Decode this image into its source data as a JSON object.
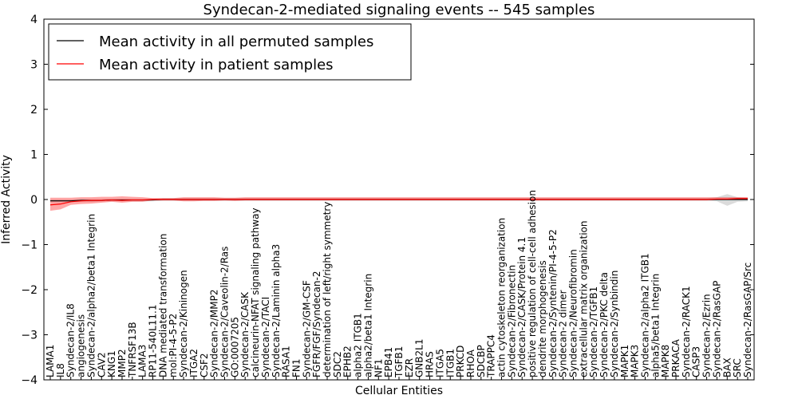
{
  "chart_data": {
    "type": "line",
    "title": "Syndecan-2-mediated signaling events -- 545 samples",
    "xlabel": "Cellular Entities",
    "ylabel": "Inferred Activity",
    "ylim": [
      -4,
      4
    ],
    "yticks": [
      "4",
      "3",
      "2",
      "1",
      "0",
      "−1",
      "−2",
      "−3",
      "−4"
    ],
    "grid": false,
    "legend_position": "top-left",
    "categories": [
      "LAMA1",
      "IL8",
      "Syndecan-2/IL8",
      "angiogenesis",
      "Syndecan-2/alpha2/beta1 Integrin",
      "CAV2",
      "KNG1",
      "MMP2",
      "TNFRSF13B",
      "LAMA3",
      "RP11-540L11.1",
      "DNA mediated transformation",
      "mol:PI-4-5-P2",
      "Syndecan-2/Kininogen",
      "ITGA2",
      "CSF2",
      "Syndecan-2/MMP2",
      "Syndecan-2/Caveolin-2/Ras",
      "GO:0007205",
      "Syndecan-2/CASK",
      "calcineurin-NFAT signaling pathway",
      "Syndecan-2/TACI",
      "Syndecan-2/Laminin alpha3",
      "RASA1",
      "FN1",
      "Syndecan-2/GM-CSF",
      "FGFR/FGF/Syndecan-2",
      "determination of left/right symmetry",
      "SDC2",
      "EPHB2",
      "alpha2 ITGB1",
      "alpha2/beta1 Integrin",
      "NF1",
      "EPB41",
      "TGFB1",
      "EZR",
      "GNB2L1",
      "HRAS",
      "ITGA5",
      "ITGB1",
      "PRKCD",
      "RHOA",
      "SDCBP",
      "TRAPPC4",
      "actin cytoskeleton reorganization",
      "Syndecan-2/Fibronectin",
      "Syndecan-2/CASK/Protein 4.1",
      "positive regulation of cell-cell adhesion",
      "dendrite morphogenesis",
      "Syndecan-2/Syntenin/PI-4-5-P2",
      "Syndecan-2 dimer",
      "Syndecan-2/Neurofibromin",
      "extracellular matrix organization",
      "Syndecan-2/TGFB1",
      "Syndecan-2/PKC delta",
      "Syndecan-2/Synbindin",
      "MAPK1",
      "MAPK3",
      "Syndecan-2/alpha2 ITGB1",
      "alpha5/beta1 Integrin",
      "MAPK8",
      "PRKACA",
      "Syndecan-2/RACK1",
      "CASP3",
      "Syndecan-2/Ezrin",
      "Syndecan-2/RasGAP",
      "BAX",
      "SRC",
      "Syndecan-2/RasGAP/Src"
    ],
    "series": [
      {
        "name": "Mean activity in all permuted samples",
        "color": "#000000",
        "band_color": "#b0b0b0",
        "values": [
          -0.03,
          -0.03,
          -0.03,
          -0.02,
          -0.02,
          -0.02,
          -0.01,
          -0.01,
          -0.01,
          -0.01,
          -0.01,
          0.0,
          0.0,
          0.0,
          0.0,
          0.0,
          0.0,
          0.0,
          0.0,
          0.0,
          0.0,
          0.0,
          0.0,
          0.0,
          0.0,
          0.0,
          0.0,
          0.0,
          0.0,
          0.0,
          0.0,
          0.0,
          0.0,
          0.0,
          0.0,
          0.0,
          0.0,
          0.0,
          0.0,
          0.0,
          0.0,
          0.0,
          0.0,
          0.0,
          0.0,
          0.0,
          0.0,
          0.0,
          0.0,
          0.0,
          0.0,
          0.0,
          0.0,
          0.0,
          0.0,
          0.0,
          0.0,
          0.0,
          0.0,
          0.0,
          0.0,
          0.0,
          0.0,
          0.0,
          0.0,
          0.0,
          0.0,
          0.0,
          0.0
        ],
        "band_low": [
          -0.06,
          -0.06,
          -0.05,
          -0.05,
          -0.05,
          -0.04,
          -0.04,
          -0.04,
          -0.04,
          -0.04,
          -0.04,
          -0.03,
          -0.03,
          -0.03,
          -0.03,
          -0.03,
          -0.03,
          -0.03,
          -0.03,
          -0.03,
          -0.03,
          -0.03,
          -0.03,
          -0.03,
          -0.03,
          -0.03,
          -0.03,
          -0.03,
          -0.03,
          -0.03,
          -0.03,
          -0.03,
          -0.03,
          -0.03,
          -0.03,
          -0.03,
          -0.03,
          -0.03,
          -0.03,
          -0.03,
          -0.03,
          -0.03,
          -0.03,
          -0.03,
          -0.03,
          -0.03,
          -0.03,
          -0.03,
          -0.03,
          -0.03,
          -0.03,
          -0.03,
          -0.03,
          -0.03,
          -0.03,
          -0.03,
          -0.03,
          -0.03,
          -0.03,
          -0.03,
          -0.03,
          -0.03,
          -0.03,
          -0.03,
          -0.03,
          -0.04,
          -0.14,
          -0.05,
          -0.04
        ],
        "band_high": [
          0.0,
          0.0,
          0.0,
          0.01,
          0.01,
          0.01,
          0.02,
          0.02,
          0.02,
          0.02,
          0.02,
          0.03,
          0.03,
          0.03,
          0.03,
          0.03,
          0.03,
          0.03,
          0.03,
          0.03,
          0.03,
          0.03,
          0.03,
          0.03,
          0.03,
          0.03,
          0.03,
          0.03,
          0.03,
          0.03,
          0.03,
          0.03,
          0.03,
          0.03,
          0.03,
          0.03,
          0.03,
          0.03,
          0.03,
          0.03,
          0.03,
          0.03,
          0.03,
          0.03,
          0.03,
          0.03,
          0.03,
          0.03,
          0.03,
          0.03,
          0.03,
          0.03,
          0.03,
          0.03,
          0.03,
          0.03,
          0.03,
          0.03,
          0.03,
          0.03,
          0.03,
          0.03,
          0.03,
          0.03,
          0.03,
          0.05,
          0.12,
          0.05,
          0.04
        ]
      },
      {
        "name": "Mean activity in patient samples",
        "color": "#ff0000",
        "band_color": "#ff0000",
        "values": [
          -0.12,
          -0.1,
          -0.05,
          -0.03,
          -0.02,
          -0.02,
          -0.01,
          -0.02,
          -0.01,
          -0.01,
          0.0,
          0.0,
          0.0,
          0.0,
          0.0,
          0.0,
          0.0,
          0.0,
          0.0,
          0.0,
          0.0,
          0.0,
          0.0,
          0.0,
          0.0,
          0.0,
          0.0,
          0.0,
          0.0,
          0.0,
          0.0,
          0.0,
          0.0,
          0.0,
          0.0,
          0.0,
          0.0,
          0.0,
          0.0,
          0.0,
          0.0,
          0.0,
          0.0,
          0.0,
          0.0,
          0.0,
          0.0,
          0.0,
          0.0,
          0.0,
          0.0,
          0.0,
          0.0,
          0.0,
          0.0,
          0.0,
          0.0,
          0.0,
          0.0,
          0.0,
          0.0,
          0.0,
          0.0,
          0.0,
          0.0,
          0.01,
          0.01,
          0.02,
          0.02
        ],
        "band_low": [
          -0.25,
          -0.22,
          -0.12,
          -0.1,
          -0.09,
          -0.07,
          -0.05,
          -0.07,
          -0.05,
          -0.05,
          -0.02,
          -0.02,
          -0.02,
          -0.04,
          -0.04,
          -0.03,
          -0.03,
          -0.02,
          -0.03,
          -0.02,
          -0.02,
          -0.02,
          -0.02,
          -0.02,
          -0.02,
          -0.02,
          -0.02,
          -0.02,
          -0.02,
          -0.02,
          -0.02,
          -0.02,
          -0.02,
          -0.02,
          -0.02,
          -0.02,
          -0.02,
          -0.02,
          -0.02,
          -0.02,
          -0.02,
          -0.02,
          -0.02,
          -0.02,
          -0.02,
          -0.02,
          -0.02,
          -0.02,
          -0.02,
          -0.02,
          -0.02,
          -0.02,
          -0.02,
          -0.02,
          -0.02,
          -0.02,
          -0.02,
          -0.02,
          -0.02,
          -0.02,
          -0.02,
          -0.02,
          -0.02,
          -0.02,
          -0.02,
          -0.01,
          -0.01,
          -0.01,
          -0.01
        ],
        "band_high": [
          0.04,
          0.04,
          0.04,
          0.05,
          0.05,
          0.06,
          0.06,
          0.07,
          0.06,
          0.05,
          0.03,
          0.03,
          0.03,
          0.05,
          0.05,
          0.05,
          0.05,
          0.04,
          0.04,
          0.05,
          0.05,
          0.05,
          0.05,
          0.05,
          0.05,
          0.05,
          0.05,
          0.05,
          0.05,
          0.05,
          0.05,
          0.05,
          0.05,
          0.05,
          0.05,
          0.05,
          0.05,
          0.05,
          0.05,
          0.05,
          0.05,
          0.05,
          0.05,
          0.05,
          0.05,
          0.05,
          0.05,
          0.05,
          0.05,
          0.05,
          0.05,
          0.05,
          0.05,
          0.05,
          0.05,
          0.05,
          0.05,
          0.05,
          0.05,
          0.05,
          0.05,
          0.05,
          0.05,
          0.05,
          0.05,
          0.05,
          0.05,
          0.05,
          0.05
        ]
      }
    ]
  }
}
